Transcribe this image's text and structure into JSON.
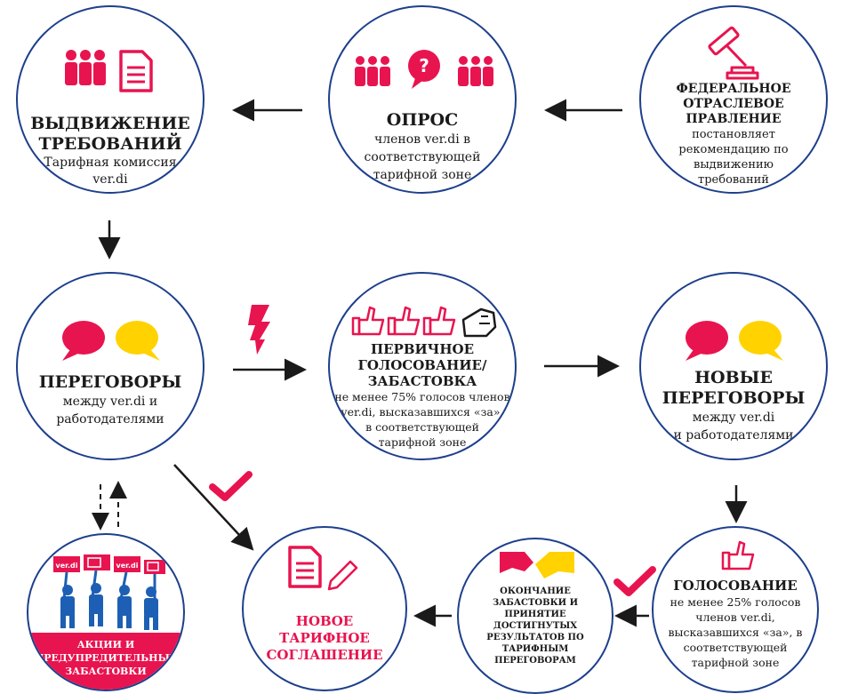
{
  "colors": {
    "border": "#1d3f8c",
    "accent": "#e8144f",
    "yellow": "#ffd200",
    "blue": "#1d5fb4",
    "text": "#1a1a1a"
  },
  "icons": [
    "people-icon",
    "document-icon",
    "question-bubble-icon",
    "gavel-icon",
    "speech-bubble-icon",
    "lightning-icon",
    "thumbs-up-icon",
    "fist-icon",
    "check-icon",
    "handshake-icon",
    "pencil-icon",
    "protesters-icon"
  ],
  "nodes": {
    "demands": {
      "title1": "ВЫДВИЖЕНИЕ",
      "title2": "ТРЕБОВАНИЙ",
      "text1": "Тарифная комиссия",
      "text2": "ver.di"
    },
    "survey": {
      "title": "ОПРОС",
      "text1": "членов ver.di в",
      "text2": "соответствующей",
      "text3": "тарифной зоне"
    },
    "board": {
      "title1": "ФЕДЕРАЛЬНОЕ",
      "title2": "ОТРАСЛЕВОЕ",
      "title3": "ПРАВЛЕНИЕ",
      "text1": "постановляет",
      "text2": "рекомендацию по",
      "text3": "выдвижению",
      "text4": "требований"
    },
    "negotiations": {
      "title": "ПЕРЕГОВОРЫ",
      "text1": "между ver.di и",
      "text2": "работодателями"
    },
    "vote": {
      "title1": "ПЕРВИЧНОЕ",
      "title2": "ГОЛОСОВАНИЕ/",
      "title3": "ЗАБАСТОВКА",
      "text1": "не менее 75% голосов членов",
      "text2": "ver.di, высказавшихся «за»,",
      "text3": "в соответствующей",
      "text4": "тарифной зоне"
    },
    "new_negotiations": {
      "title1": "НОВЫЕ",
      "title2": "ПЕРЕГОВОРЫ",
      "text1": "между ver.di",
      "text2": "и работодателями"
    },
    "actions": {
      "title1": "АКЦИИ И",
      "title2": "ПРЕДУПРЕДИТЕЛЬНЫЕ",
      "title3": "ЗАБАСТОВКИ",
      "sign": "ver.di"
    },
    "agreement": {
      "title1": "НОВОЕ",
      "title2": "ТАРИФНОЕ",
      "title3": "СОГЛАШЕНИЕ"
    },
    "end_strike": {
      "title1": "ОКОНЧАНИЕ",
      "title2": "ЗАБАСТОВКИ И",
      "title3": "ПРИНЯТИЕ",
      "title4": "ДОСТИГНУТЫХ",
      "title5": "РЕЗУЛЬТАТОВ ПО",
      "title6": "ТАРИФНЫМ",
      "title7": "ПЕРЕГОВОРАМ"
    },
    "final_vote": {
      "title": "ГОЛОСОВАНИЕ",
      "text1": "не менее 25% голосов",
      "text2": "членов ver.di,",
      "text3": "высказавшихся «за», в",
      "text4": "соответствующей",
      "text5": "тарифной зоне"
    }
  }
}
